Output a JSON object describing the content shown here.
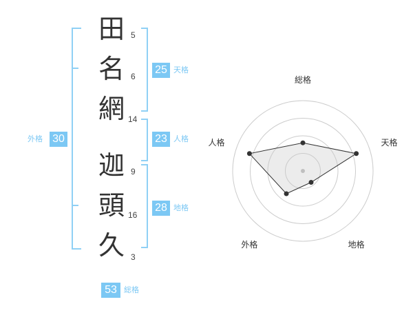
{
  "name": {
    "chars": [
      "田",
      "名",
      "網",
      "迦",
      "頭",
      "久"
    ],
    "strokes": [
      "5",
      "6",
      "14",
      "9",
      "16",
      "3"
    ]
  },
  "kakusu": {
    "tenkaku": {
      "value": "25",
      "label": "天格"
    },
    "jinkaku": {
      "value": "23",
      "label": "人格"
    },
    "chikaku": {
      "value": "28",
      "label": "地格"
    },
    "gaikaku": {
      "value": "30",
      "label": "外格"
    },
    "soukaku": {
      "value": "53",
      "label": "総格"
    }
  },
  "colors": {
    "accent": "#7cc8f4",
    "bracket": "#8fd0f5",
    "text": "#333333"
  },
  "chart_data": {
    "type": "radar",
    "axes": [
      "総格",
      "天格",
      "地格",
      "外格",
      "人格"
    ],
    "values": [
      0.4,
      0.8,
      0.2,
      0.4,
      0.8
    ],
    "rings": 4,
    "range": [
      0,
      1
    ]
  }
}
